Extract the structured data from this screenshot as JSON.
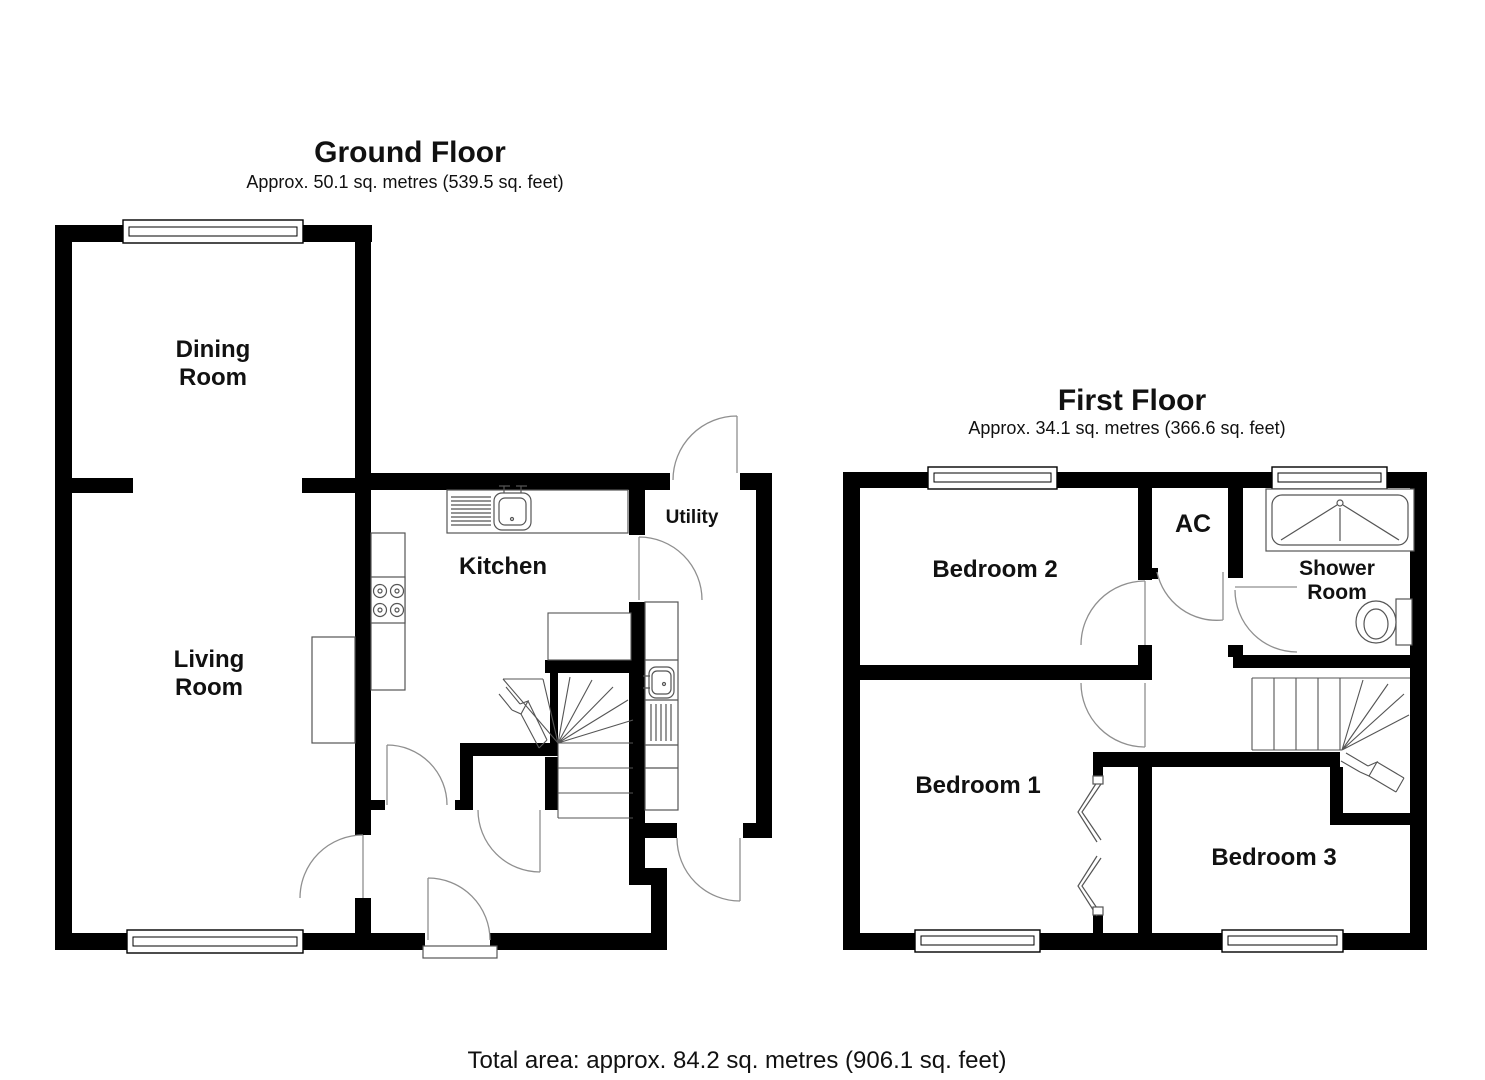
{
  "colors": {
    "background": "#ffffff",
    "wall": "#000000",
    "fixture_line": "#555555",
    "door_line": "#8f8f8f",
    "text": "#111111"
  },
  "ground_floor": {
    "title": "Ground Floor",
    "subtitle": "Approx. 50.1 sq. metres (539.5 sq. feet)",
    "rooms": {
      "dining": {
        "line1": "Dining",
        "line2": "Room"
      },
      "living": {
        "line1": "Living",
        "line2": "Room"
      },
      "kitchen": "Kitchen",
      "utility": "Utility"
    }
  },
  "first_floor": {
    "title": "First Floor",
    "subtitle": "Approx. 34.1 sq. metres (366.6 sq. feet)",
    "rooms": {
      "bedroom1": "Bedroom 1",
      "bedroom2": "Bedroom 2",
      "bedroom3": "Bedroom 3",
      "ac": "AC",
      "shower": {
        "line1": "Shower",
        "line2": "Room"
      }
    }
  },
  "footer": {
    "total_area": "Total area: approx. 84.2 sq. metres (906.1 sq. feet)"
  }
}
